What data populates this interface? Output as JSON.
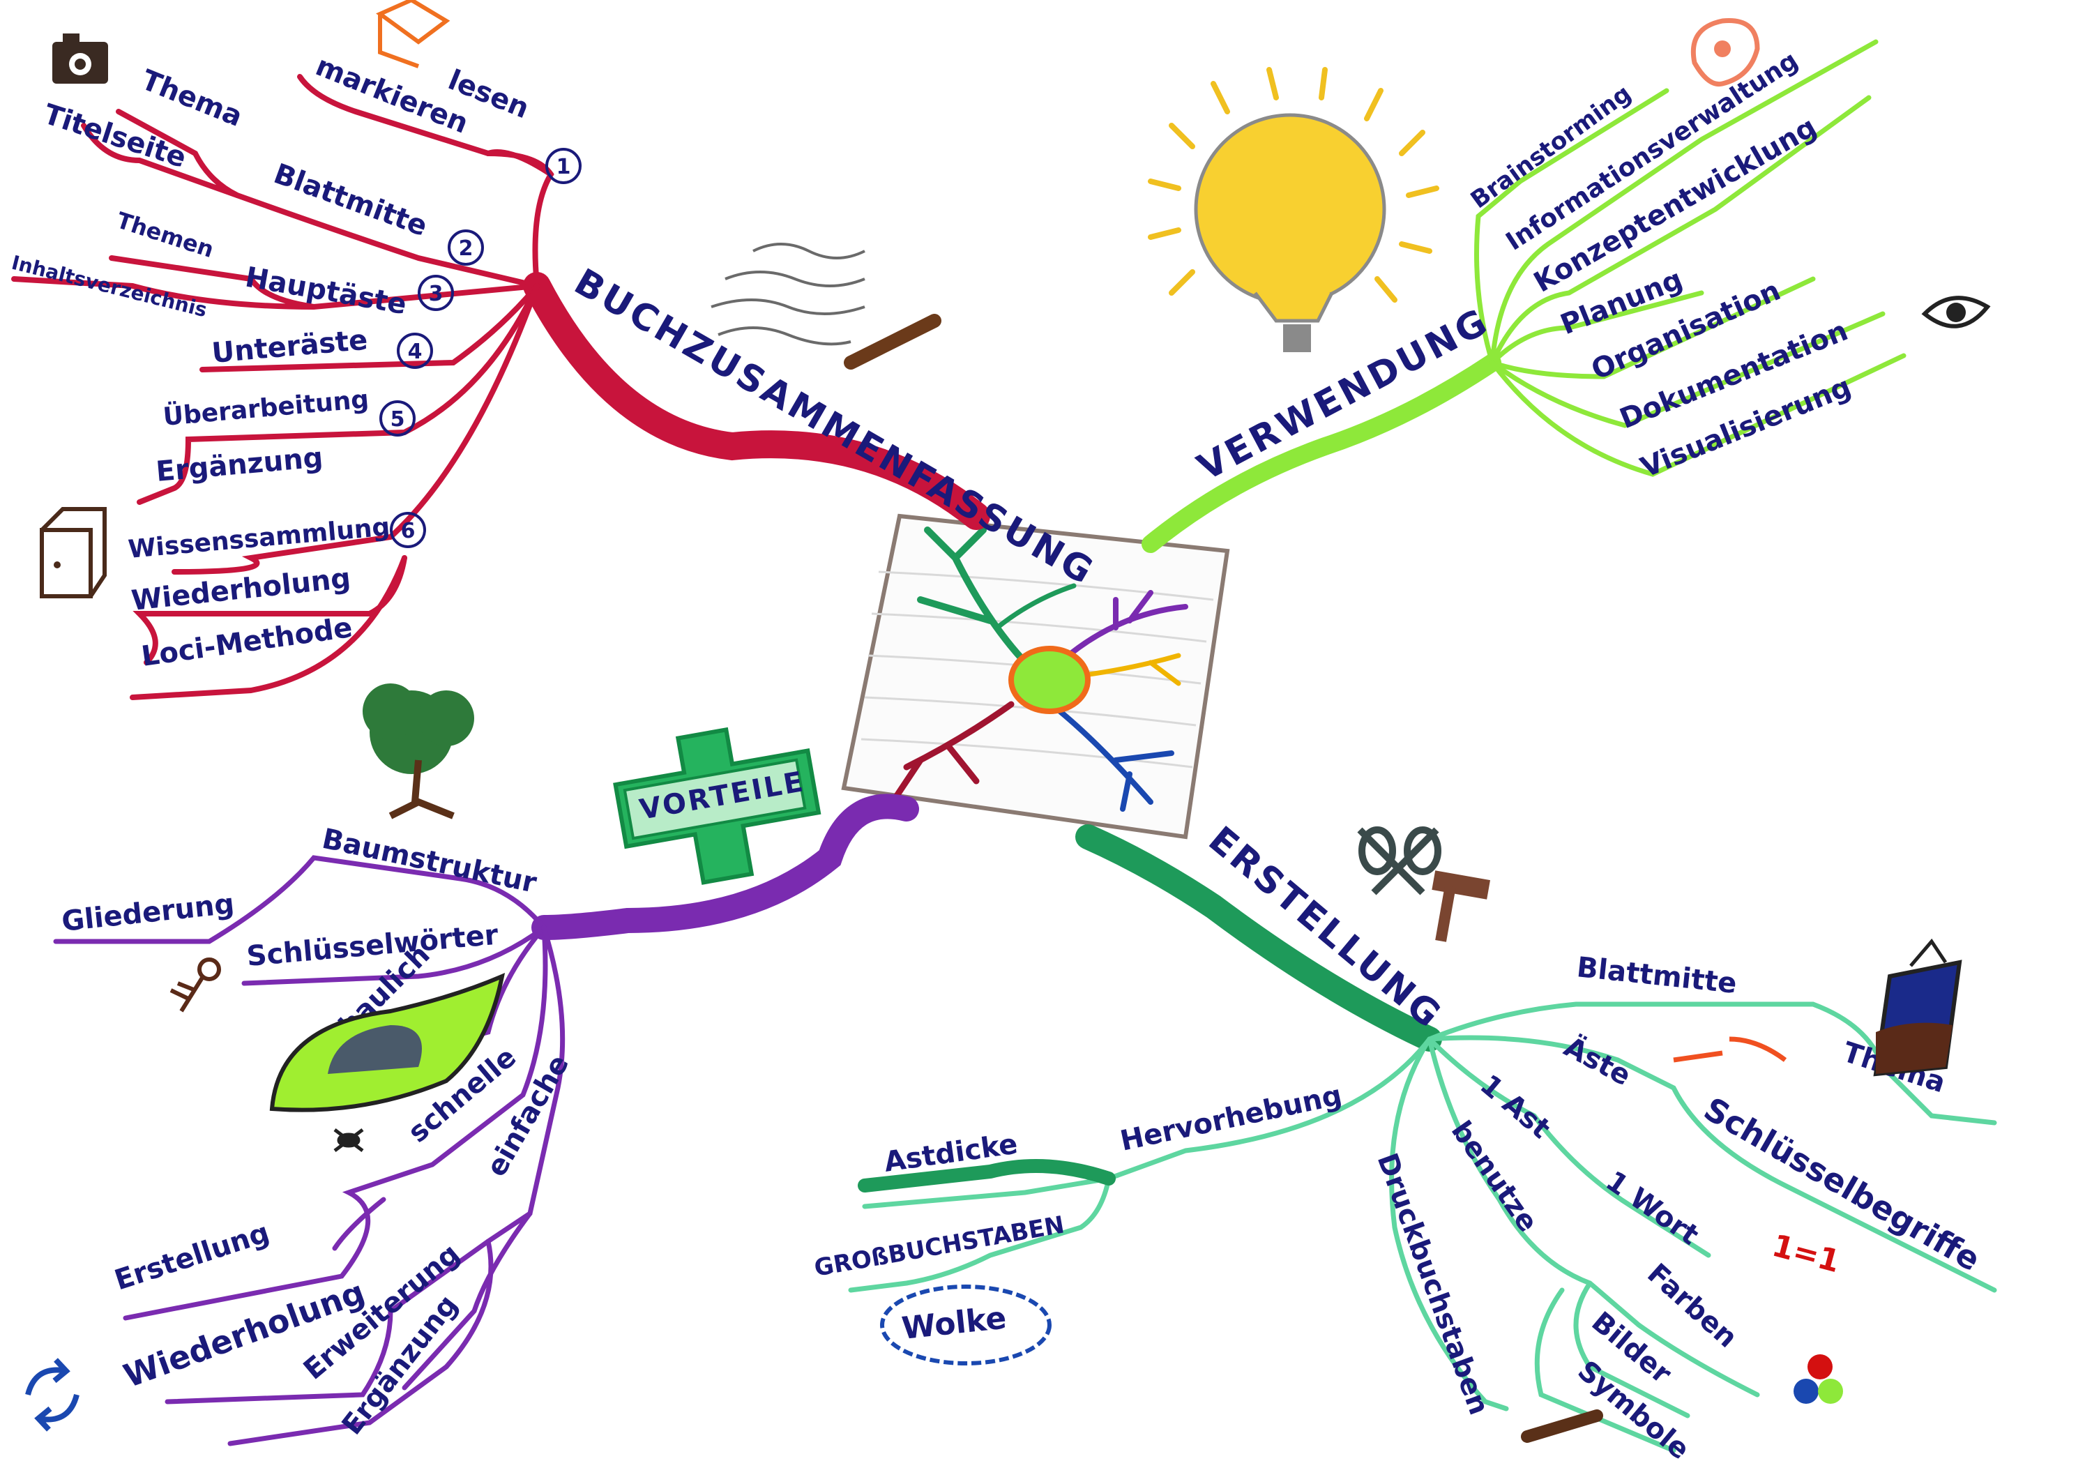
{
  "center": {
    "icon": "mind-map-tree-icon"
  },
  "branches": {
    "buchzusammenfassung": {
      "title": "BUCHZUSAMMENFASSUNG",
      "color": "#c8143c",
      "items": {
        "lesen": "lesen",
        "markieren": "markieren",
        "thema": "Thema",
        "titelseite": "Titelseite",
        "blattmitte": "Blattmitte",
        "themen": "Themen",
        "inhaltsverzeichnis": "Inhaltsverzeichnis",
        "hauptaeste": "Hauptäste",
        "unteraeste": "Unteräste",
        "ueberarbeitung": "Überarbeitung",
        "ergaenzung": "Ergänzung",
        "wissenssammlung": "Wissenssammlung",
        "wiederholung": "Wiederholung",
        "loci": "Loci-Methode"
      },
      "step_numbers": [
        "1",
        "2",
        "3",
        "4",
        "5",
        "6"
      ]
    },
    "verwendung": {
      "title": "VERWENDUNG",
      "color": "#8ee83a",
      "items": [
        "Brainstorming",
        "Informationsverwaltung",
        "Konzeptentwicklung",
        "Planung",
        "Organisation",
        "Dokumentation",
        "Visualisierung"
      ]
    },
    "vorteile": {
      "title": "VORTEILE",
      "color": "#7a2bb0",
      "items": {
        "baumstruktur": "Baumstruktur",
        "gliederung": "Gliederung",
        "schluesselwoerter": "Schlüsselwörter",
        "anschaulich": "anschaulich",
        "schnelle": "schnelle",
        "einfache": "einfache",
        "erstellung": "Erstellung",
        "wiederholung": "Wiederholung",
        "erweiterung": "Erweiterung",
        "ergaenzung": "Ergänzung"
      }
    },
    "erstellung": {
      "title": "ERSTELLUNG",
      "color": "#1e9a5a",
      "items": {
        "blattmitte": "Blattmitte",
        "thema": "Thema",
        "aeste": "Äste",
        "schluesselbegriffe": "Schlüsselbegriffe",
        "ein_ast": "1 Ast",
        "ein_wort": "1 Wort",
        "eins_zu_eins": "1=1",
        "benutze": "benutze",
        "farben": "Farben",
        "bilder": "Bilder",
        "symbole": "Symbole",
        "druckbuchstaben": "Druckbuchstaben",
        "hervorhebung": "Hervorhebung",
        "astdicke": "Astdicke",
        "grossbuchstaben": "GROßBUCHSTABEN",
        "wolke": "Wolke"
      }
    }
  },
  "icons": [
    "camera-icon",
    "book-page-icon",
    "book-binder-icon",
    "writing-lines-icon",
    "lightbulb-icon",
    "palette-icon",
    "eye-icon",
    "tree-icon",
    "key-icon",
    "fly-icon",
    "refresh-arrows-icon",
    "scissors-icon",
    "hammer-icon",
    "framed-picture-icon",
    "color-dots-icon",
    "pen-icon"
  ]
}
